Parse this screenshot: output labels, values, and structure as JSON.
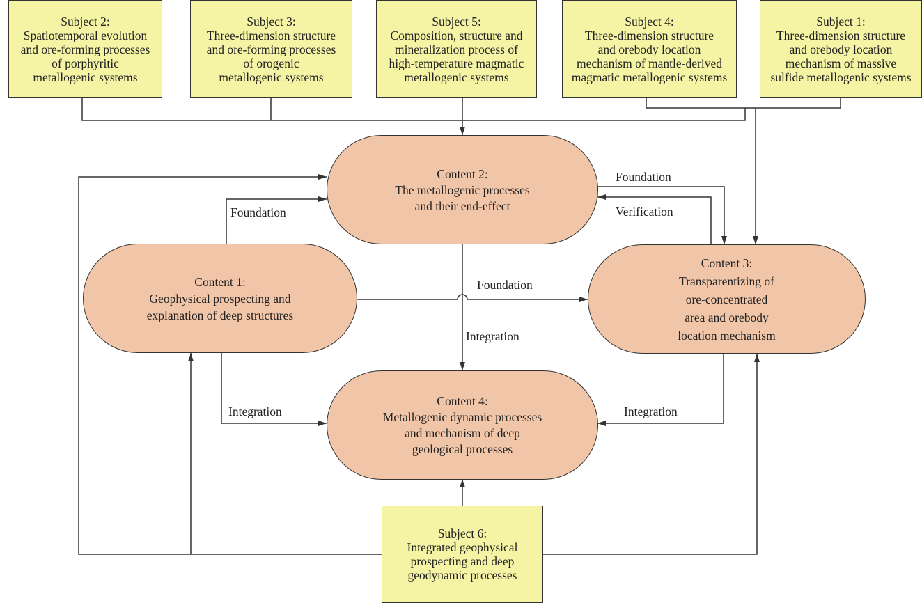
{
  "subjects": {
    "s2": [
      "Subject 2:",
      "Spatiotemporal evolution",
      "and ore-forming processes",
      "of porphyritic",
      "metallogenic systems"
    ],
    "s3": [
      "Subject 3:",
      "Three-dimension structure",
      "and ore-forming processes",
      "of orogenic",
      "metallogenic systems"
    ],
    "s5": [
      "Subject 5:",
      "Composition, structure and",
      "mineralization process of",
      "high-temperature magmatic",
      "metallogenic systems"
    ],
    "s4": [
      "Subject 4:",
      "Three-dimension structure",
      "and orebody location",
      "mechanism of mantle-derived",
      "magmatic metallogenic systems"
    ],
    "s1": [
      "Subject 1:",
      "Three-dimension structure",
      "and orebody location",
      "mechanism of massive",
      "sulfide metallogenic systems"
    ],
    "s6": [
      "Subject 6:",
      "Integrated geophysical",
      "prospecting and deep",
      "geodynamic processes"
    ]
  },
  "contents": {
    "c2": [
      "Content 2:",
      "The metallogenic processes",
      "and their end-effect"
    ],
    "c1": [
      "Content 1:",
      "Geophysical prospecting and",
      "explanation of deep structures"
    ],
    "c3": [
      "Content 3:",
      "Transparentizing of",
      "ore-concentrated",
      "area and orebody",
      "location mechanism"
    ],
    "c4": [
      "Content 4:",
      "Metallogenic dynamic processes",
      "and mechanism of deep",
      "geological processes"
    ]
  },
  "edge_labels": {
    "c1_to_c2": "Foundation",
    "c2_to_c3": "Foundation",
    "c3_to_c2": "Verification",
    "c1_to_c3": "Foundation",
    "c2_to_c4": "Integration",
    "c1_to_c4": "Integration",
    "c3_to_c4": "Integration"
  },
  "colors": {
    "subject_fill": "#f5f3a4",
    "content_fill": "#f0c5a8",
    "stroke": "#333333"
  }
}
